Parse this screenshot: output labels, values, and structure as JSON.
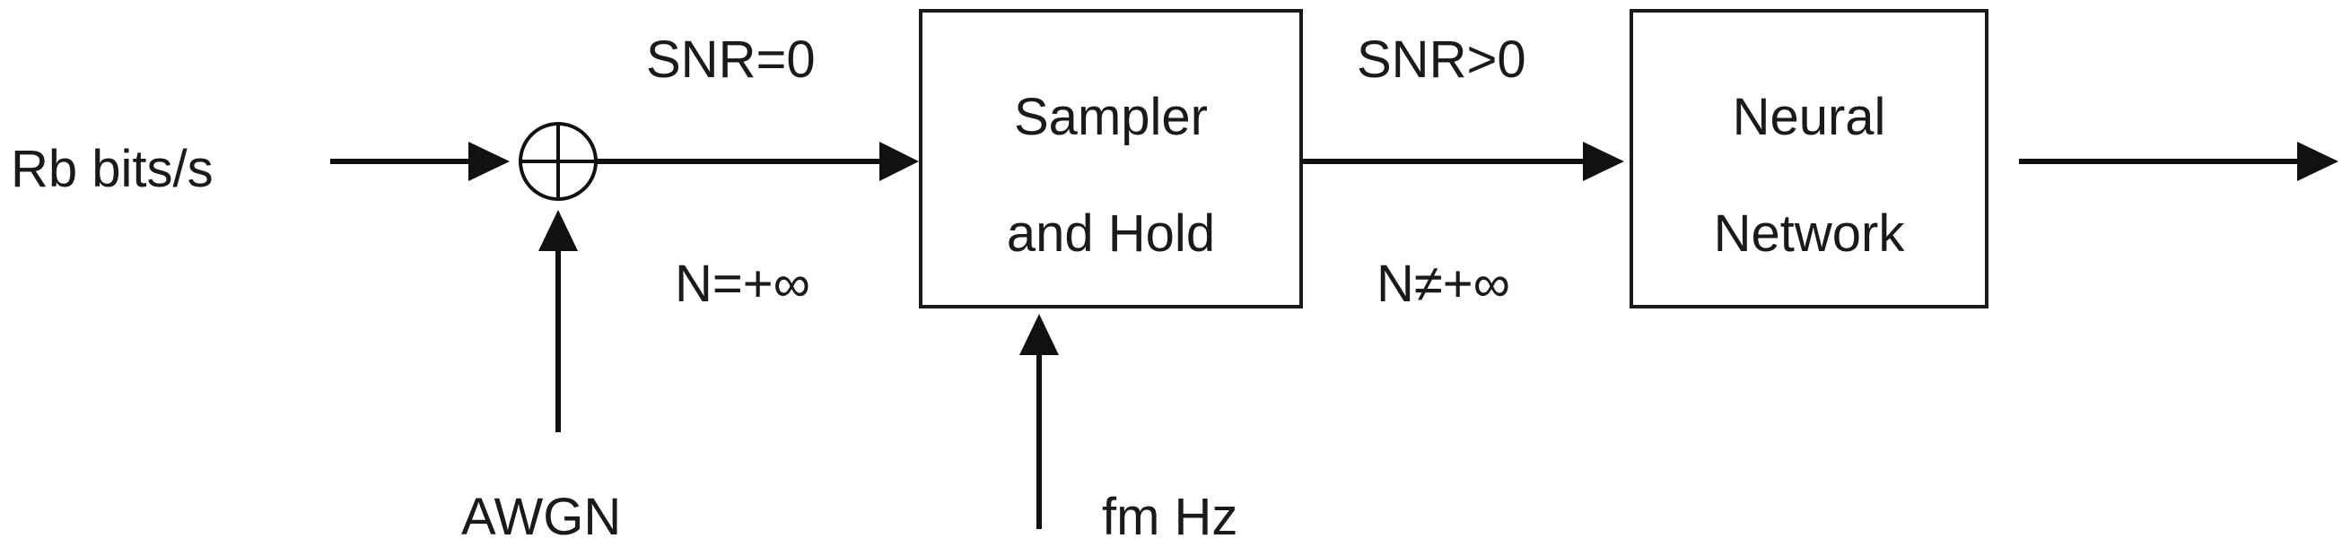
{
  "input_label": "Rb bits/s",
  "noise_label": "AWGN",
  "link1": {
    "snr_label": "SNR=0",
    "n_label": "N=+∞"
  },
  "sampler": {
    "line1": "Sampler",
    "line2": "and Hold"
  },
  "clock_label": "fm Hz",
  "link2": {
    "snr_label": "SNR>0",
    "n_label": "N≠+∞"
  },
  "network": {
    "line1": "Neural",
    "line2": "Network"
  }
}
